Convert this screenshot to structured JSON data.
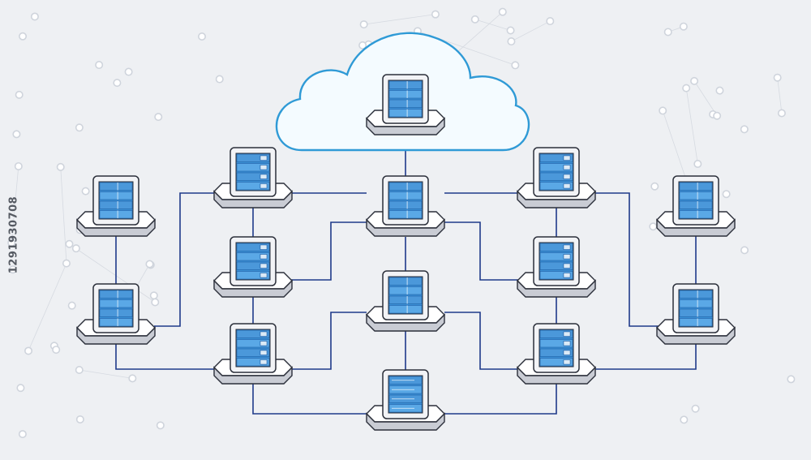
{
  "watermark": {
    "id_text": "1291930708"
  },
  "colors": {
    "background": "#eef0f3",
    "cloud_stroke": "#2f9ad6",
    "cloud_fill": "#f4fbff",
    "link": "#1f3a8a",
    "base_top": "#ffffff",
    "base_side": "#c9ccd4",
    "outline": "#2b2f3a",
    "screen": "#3b8fd4",
    "screen_dark": "#1e5fa6",
    "dots": "#ffffff"
  },
  "diagram": {
    "nodes": [
      {
        "id": "cloud-core",
        "col": 3,
        "row": 0,
        "rack": "grid"
      },
      {
        "id": "n1",
        "col": 0,
        "row": 1.6,
        "rack": "grid"
      },
      {
        "id": "n2",
        "col": 0,
        "row": 2.9,
        "rack": "grid"
      },
      {
        "id": "n3",
        "col": 1,
        "row": 1.2,
        "rack": "slots"
      },
      {
        "id": "n4",
        "col": 1,
        "row": 2.3,
        "rack": "slots"
      },
      {
        "id": "n5",
        "col": 1,
        "row": 3.4,
        "rack": "slots"
      },
      {
        "id": "n6",
        "col": 3,
        "row": 1.6,
        "rack": "grid"
      },
      {
        "id": "n7",
        "col": 3,
        "row": 2.7,
        "rack": "grid"
      },
      {
        "id": "n8",
        "col": 3,
        "row": 4.0,
        "rack": "stack"
      },
      {
        "id": "n9",
        "col": 5,
        "row": 1.2,
        "rack": "slots"
      },
      {
        "id": "n10",
        "col": 5,
        "row": 2.3,
        "rack": "slots"
      },
      {
        "id": "n11",
        "col": 5,
        "row": 3.4,
        "rack": "slots"
      },
      {
        "id": "n12",
        "col": 6.9,
        "row": 1.6,
        "rack": "grid"
      },
      {
        "id": "n13",
        "col": 6.9,
        "row": 2.9,
        "rack": "grid"
      }
    ]
  }
}
